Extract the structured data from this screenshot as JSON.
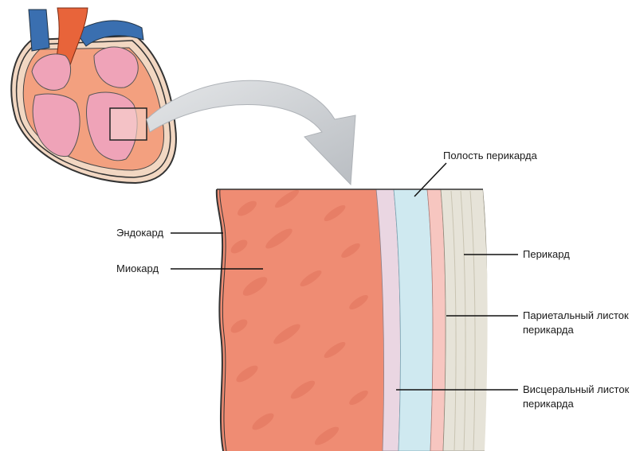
{
  "labels": {
    "endocardium": "Эндокард",
    "myocardium": "Миокард",
    "pericardial_cavity": "Полость перикарда",
    "pericardium": "Перикард",
    "parietal_line1": "Париетальный листок",
    "parietal_line2": "перикарда",
    "visceral_line1": "Висцеральный листок",
    "visceral_line2": "перикарда"
  },
  "colors": {
    "myocardium": "#ef8c73",
    "myocardium_spot": "#e57a62",
    "visceral_layer": "#ead6e2",
    "cavity": "#cfe9f0",
    "parietal_layer": "#f7c6c0",
    "fibrous_layer": "#e6e3d8",
    "heart_pink": "#efa3b8",
    "aorta": "#e8643a",
    "vessels": "#3a6fb0",
    "arrow": "#c9ccd0"
  }
}
